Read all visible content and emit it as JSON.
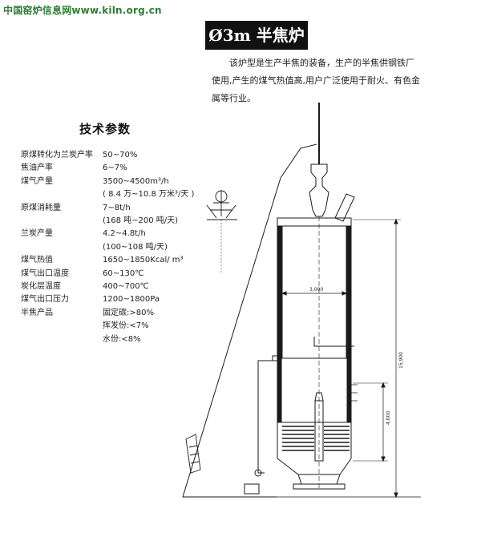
{
  "watermark": "中国窑炉信息网www.kiln.org.cn",
  "title": "Ø3m 半焦炉",
  "intro": "该炉型是生产半焦的装备，生产的半焦供钢铁厂使用,产生的煤气热值高,用户广泛使用于耐火、有色金属等行业。",
  "spec_heading": "技术参数",
  "specs": [
    {
      "label": "原煤转化为兰炭产率",
      "value": "50~70%"
    },
    {
      "label": "焦油产率",
      "value": "6~7%"
    },
    {
      "label": "煤气产量",
      "value": "3500~4500m³/h"
    },
    {
      "label": "",
      "value": "( 8.4 万~10.8 万米³/天 )"
    },
    {
      "label": "原煤消耗量",
      "value": "7~8t/h"
    },
    {
      "label": "",
      "value": "(168 吨~200 吨/天)"
    },
    {
      "label": "兰炭产量",
      "value": "4.2~4.8t/h"
    },
    {
      "label": "",
      "value": "(100~108 吨/天)"
    },
    {
      "label": "煤气热值",
      "value": "1650~1850Kcal/ m³"
    },
    {
      "label": "煤气出口温度",
      "value": "60~130℃"
    },
    {
      "label": "炭化层温度",
      "value": "400~700℃"
    },
    {
      "label": "煤气出口压力",
      "value": "1200~1800Pa"
    },
    {
      "label": "半焦产品",
      "value": "固定碳:>80%"
    },
    {
      "label": "",
      "value": "挥发份:<7%"
    },
    {
      "label": "",
      "value": "水份:<8%"
    }
  ],
  "drawing": {
    "dim_width": "3,000",
    "dim_height_total": "15,900",
    "dim_height_lower": "4,000"
  }
}
